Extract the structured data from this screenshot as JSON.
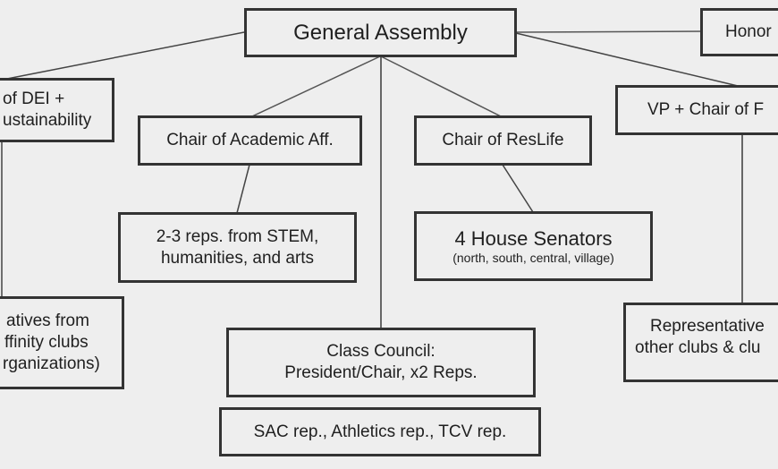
{
  "diagram": {
    "type": "org-chart",
    "nodes": {
      "general_assembly": {
        "lines": [
          "General Assembly"
        ]
      },
      "honor": {
        "lines": [
          "Honor"
        ]
      },
      "dei": {
        "lines": [
          "of DEI  +",
          "ustainability"
        ]
      },
      "academic": {
        "lines": [
          "Chair of Academic Aff."
        ]
      },
      "reslife": {
        "lines": [
          "Chair of ResLife"
        ]
      },
      "vp_finance": {
        "lines": [
          "VP + Chair of F"
        ]
      },
      "academic_reps": {
        "lines": [
          "2-3 reps. from STEM,",
          "humanities, and arts"
        ]
      },
      "house_senators": {
        "title": "4 House Senators",
        "subtitle": "(north, south, central, village)"
      },
      "affinity_reps": {
        "lines": [
          "atives from",
          "ffinity clubs",
          "rganizations)"
        ]
      },
      "class_council": {
        "lines": [
          "Class Council:",
          "President/Chair, x2 Reps."
        ]
      },
      "class_reps": {
        "lines": [
          "SAC rep., Athletics rep., TCV rep."
        ]
      },
      "other_reps": {
        "lines": [
          "Representative",
          "other clubs & clu"
        ]
      }
    },
    "edges": [
      [
        "general_assembly",
        "dei"
      ],
      [
        "general_assembly",
        "honor"
      ],
      [
        "general_assembly",
        "vp_finance"
      ],
      [
        "general_assembly",
        "academic"
      ],
      [
        "general_assembly",
        "reslife"
      ],
      [
        "general_assembly",
        "class_council"
      ],
      [
        "academic",
        "academic_reps"
      ],
      [
        "reslife",
        "house_senators"
      ],
      [
        "dei",
        "affinity_reps"
      ],
      [
        "vp_finance",
        "other_reps"
      ]
    ],
    "colors": {
      "background": "#eeeeee",
      "border": "#333333",
      "line": "#555555",
      "text": "#1f1f1f"
    }
  }
}
